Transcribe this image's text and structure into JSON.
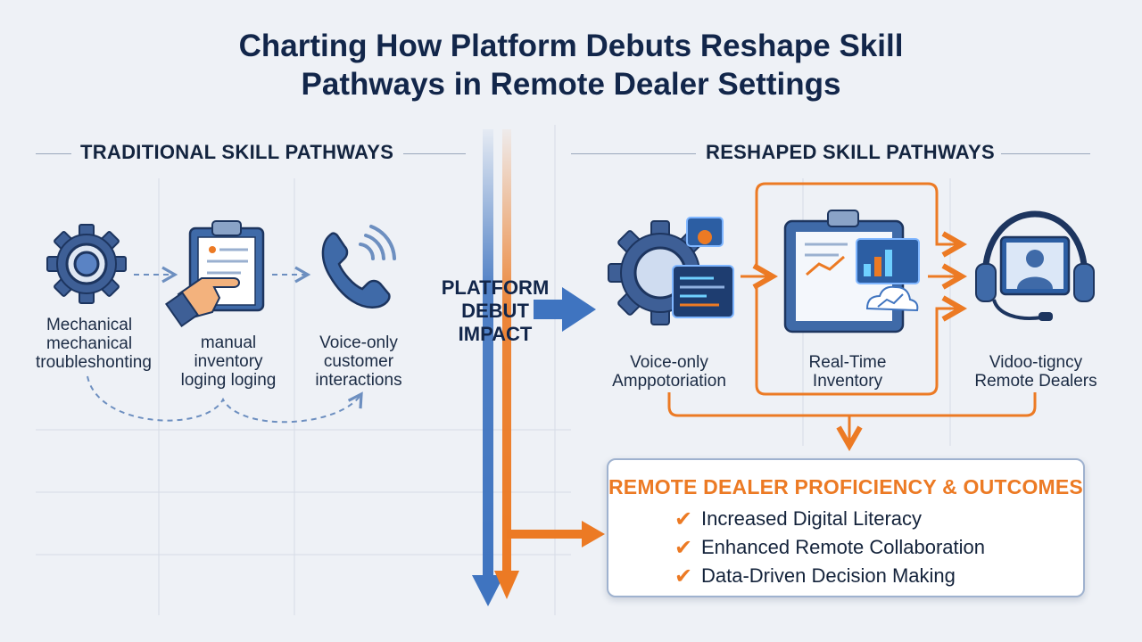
{
  "title": {
    "line1": "Charting How Platform Debuts Reshape Skill",
    "line2": "Pathways in Remote Dealer Settings"
  },
  "traditional": {
    "heading": "TRADITIONAL SKILL PATHWAYS",
    "items": [
      {
        "icon": "gear-icon",
        "lines": [
          "Mechanical",
          "mechanical",
          "troubleshonting"
        ]
      },
      {
        "icon": "clipboard-hand-icon",
        "lines": [
          "manual",
          "inventory",
          "loging loging"
        ]
      },
      {
        "icon": "phone-icon",
        "lines": [
          "Voice-only",
          "customer",
          "interactions"
        ]
      }
    ]
  },
  "impact": {
    "lines": [
      "PLATFORM",
      "DEBUT",
      "IMPACT"
    ]
  },
  "reshaped": {
    "heading": "RESHAPED SKILL PATHWAYS",
    "items": [
      {
        "icon": "digital-gear-icon",
        "lines": [
          "Voice-only",
          "Amppotoriation"
        ]
      },
      {
        "icon": "tablet-dashboard-icon",
        "lines": [
          "Real-Time",
          "Inventory"
        ]
      },
      {
        "icon": "headset-video-icon",
        "lines": [
          "Vidoo-tigncy",
          "Remote Dealers"
        ]
      }
    ]
  },
  "outcomes": {
    "title": "REMOTE DEALER PROFICIENCY & OUTCOMES",
    "items": [
      "Increased Digital Literacy",
      "Enhanced Remote Collaboration",
      "Data-Driven Decision Making"
    ]
  },
  "colors": {
    "navy": "#12264a",
    "blue": "#3f74c0",
    "orange": "#ec7a24",
    "dash": "#6d8fc0",
    "background": "#eef1f6"
  }
}
